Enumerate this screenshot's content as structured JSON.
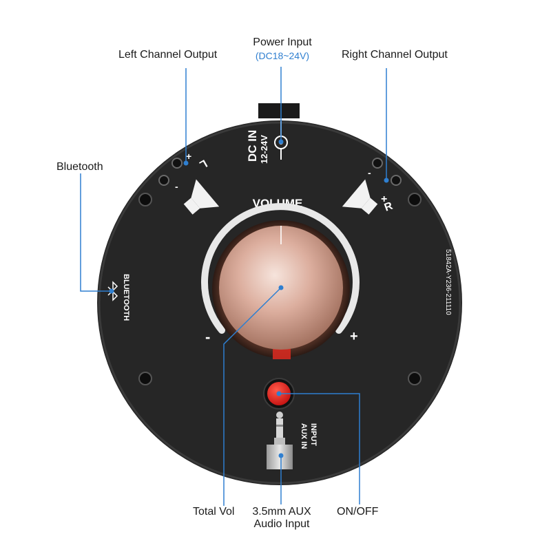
{
  "callouts": {
    "power_input": "Power Input",
    "power_input_spec": "(DC18~24V)",
    "left_channel": "Left Channel Output",
    "right_channel": "Right Channel Output",
    "bluetooth": "Bluetooth",
    "total_vol": "Total Vol",
    "aux_input_line1": "3.5mm AUX",
    "aux_input_line2": "Audio Input",
    "on_off": "ON/OFF"
  },
  "board": {
    "dc_in": "DC IN",
    "dc_spec": "12-24V",
    "volume": "VOLUME",
    "bluetooth": "BLUETOOTH",
    "serial": "51842A-Y236-211110",
    "input": "INPUT",
    "aux_in": "AUX IN",
    "left_mark": "L",
    "right_mark": "R",
    "minus": "-",
    "plus": "+"
  },
  "colors": {
    "board": "#262626",
    "callout_line": "#2f7fd0",
    "power_button": "#e02020",
    "knob": "#d9a896"
  }
}
